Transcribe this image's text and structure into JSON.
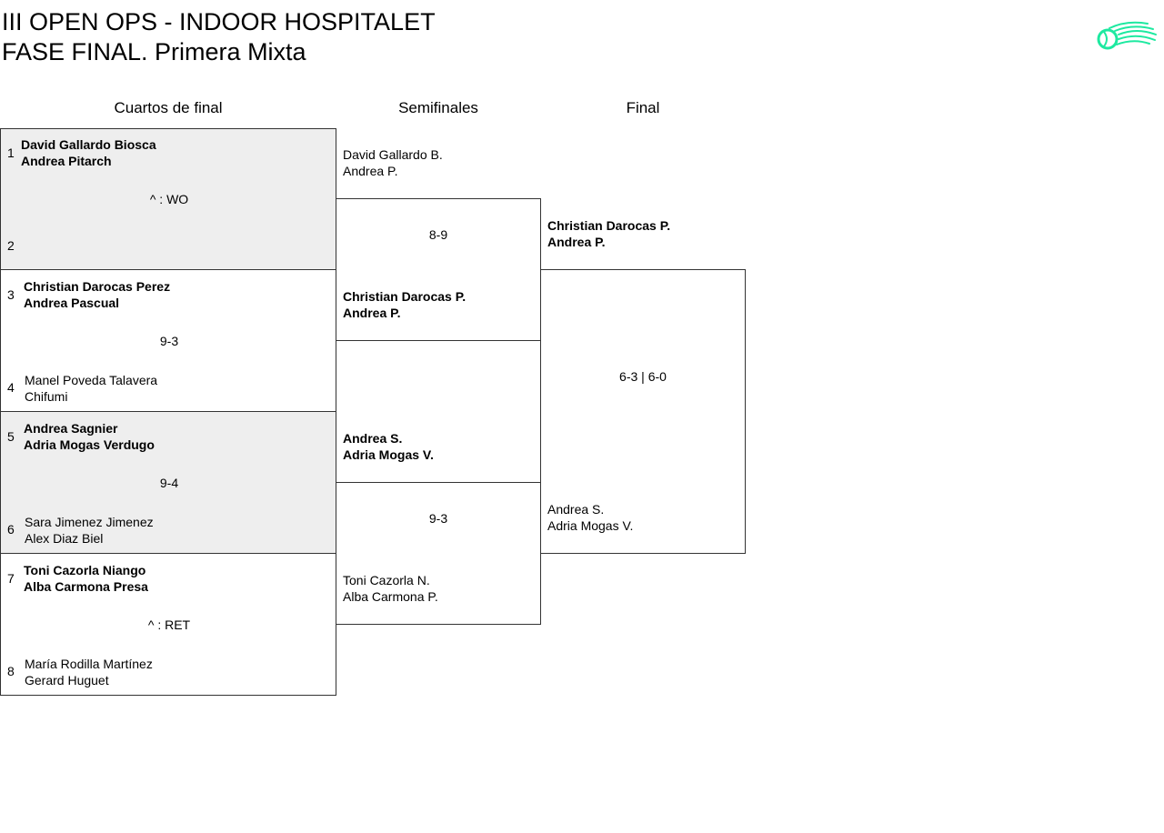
{
  "title": {
    "line1": "III OPEN OPS - INDOOR HOSPITALET",
    "line2": "FASE FINAL. Primera Mixta"
  },
  "logo_icon": "tennis-ball-comet-icon",
  "rounds": [
    "Cuartos de final",
    "Semifinales",
    "Final"
  ],
  "quarterfinals": [
    {
      "seed_a": "1",
      "a1": "David Gallardo Biosca",
      "a2": "Andrea Pitarch",
      "seed_b": "2",
      "b1": "",
      "b2": "",
      "score": "^ : WO"
    },
    {
      "seed_a": "3",
      "a1": "Christian Darocas Perez",
      "a2": "Andrea Pascual",
      "seed_b": "4",
      "b1": "Manel Poveda Talavera",
      "b2": "Chifumi",
      "score": "9-3"
    },
    {
      "seed_a": "5",
      "a1": "Andrea Sagnier",
      "a2": "Adria Mogas Verdugo",
      "seed_b": "6",
      "b1": "Sara Jimenez Jimenez",
      "b2": "Alex Diaz Biel",
      "score": "9-4"
    },
    {
      "seed_a": "7",
      "a1": "Toni Cazorla Niango",
      "a2": "Alba Carmona Presa",
      "seed_b": "8",
      "b1": "María Rodilla Martínez",
      "b2": "Gerard Huguet",
      "score": "^ : RET"
    }
  ],
  "semifinals": [
    {
      "a1": "David Gallardo B.",
      "a2": "Andrea P.",
      "b1": "Christian Darocas P.",
      "b2": "Andrea P.",
      "score": "8-9"
    },
    {
      "a1": "Andrea S.",
      "a2": "Adria Mogas V.",
      "b1": "Toni Cazorla N.",
      "b2": "Alba Carmona P.",
      "score": "9-3"
    }
  ],
  "final": {
    "a1": "Christian Darocas P.",
    "a2": "Andrea P.",
    "b1": "Andrea S.",
    "b2": "Adria Mogas V.",
    "score": "6-3 | 6-0"
  }
}
